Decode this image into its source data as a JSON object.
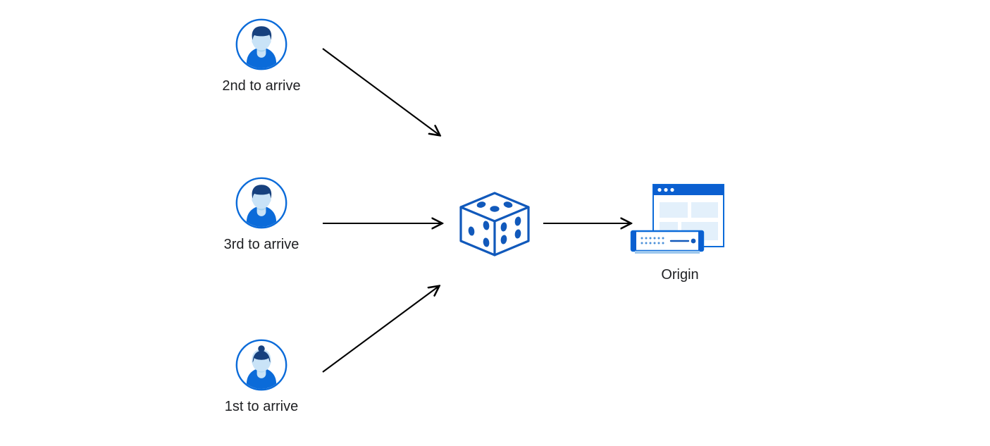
{
  "diagram": {
    "title": "Load balancing random selection flow",
    "background_color": "#ffffff",
    "accent_blue": "#0b6bd9",
    "dark_blue": "#17417e",
    "light_blue": "#c9e3f7",
    "arrow_color": "#000000",
    "text_color": "#202124"
  },
  "nodes": [
    {
      "id": "user-2nd",
      "icon": "user-avatar-short-hair-icon",
      "label": "2nd to arrive"
    },
    {
      "id": "user-3rd",
      "icon": "user-avatar-short-hair-icon",
      "label": "3rd to arrive"
    },
    {
      "id": "user-1st",
      "icon": "user-avatar-bun-hair-icon",
      "label": "1st to arrive"
    },
    {
      "id": "dice",
      "icon": "dice-icon",
      "label": ""
    },
    {
      "id": "origin",
      "icon": "origin-server-icon",
      "label": "Origin"
    }
  ],
  "arrows": [
    {
      "id": "arrow-user-2nd-to-dice",
      "from": "user-2nd",
      "to": "dice",
      "direction": "down-right"
    },
    {
      "id": "arrow-user-3rd-to-dice",
      "from": "user-3rd",
      "to": "dice",
      "direction": "right"
    },
    {
      "id": "arrow-user-1st-to-dice",
      "from": "user-1st",
      "to": "dice",
      "direction": "up-right"
    },
    {
      "id": "arrow-dice-to-origin",
      "from": "dice",
      "to": "origin",
      "direction": "right"
    }
  ]
}
